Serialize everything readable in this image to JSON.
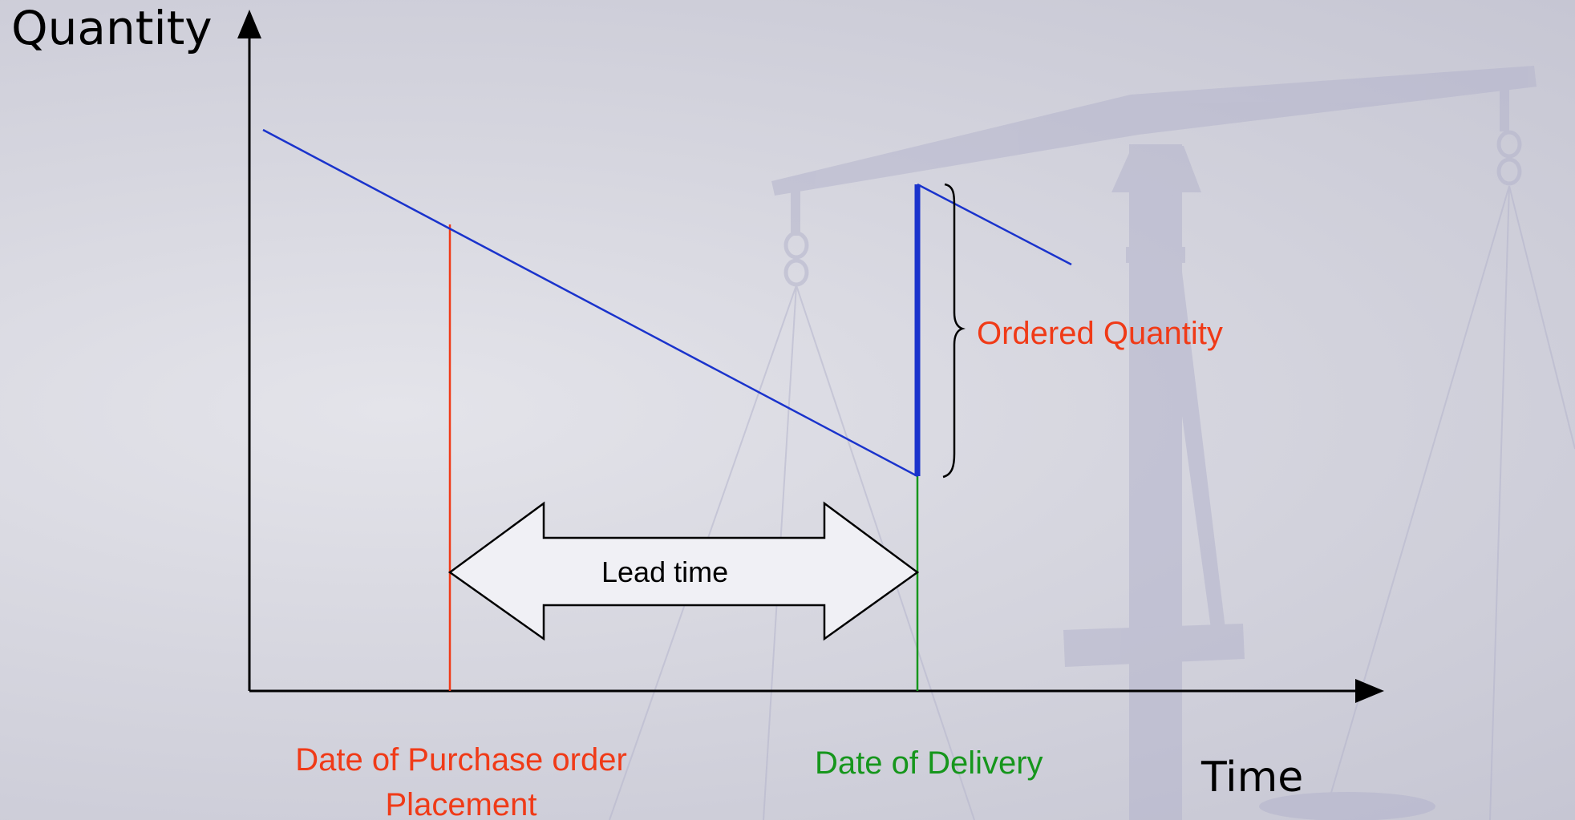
{
  "axes": {
    "y_title": "Quantity",
    "x_title": "Time"
  },
  "labels": {
    "ordered_quantity": "Ordered Quantity",
    "lead_time": "Lead time",
    "po_placement": "Date of Purchase order Placement",
    "delivery": "Date of Delivery"
  },
  "colors": {
    "inventory_line": "#1a33cc",
    "placement": "#f03a17",
    "delivery": "#16961c",
    "axis": "#000000",
    "arrow_fill": "#f0f0f5",
    "watermark": "#b4b4cc"
  },
  "background": {
    "watermark": "balance-scale"
  }
}
